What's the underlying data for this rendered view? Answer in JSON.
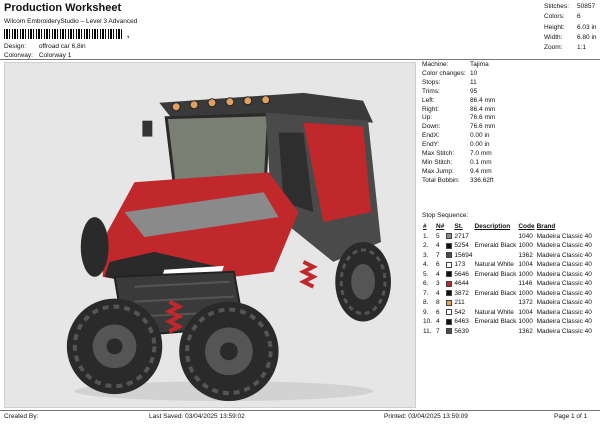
{
  "header": {
    "title": "Production Worksheet",
    "subtitle": "Wilcom EmbroideryStudio – Level 3 Advanced",
    "barcode_suffix": ",",
    "design_label": "Design:",
    "design_value": "offroad car 6,8in",
    "colorway_label": "Colorway:",
    "colorway_value": "Colorway 1"
  },
  "stats": [
    {
      "label": "Stitches:",
      "value": "50857"
    },
    {
      "label": "Colors:",
      "value": "6"
    },
    {
      "label": "Height:",
      "value": "6.03 in"
    },
    {
      "label": "Width:",
      "value": "6.80 in"
    },
    {
      "label": "Zoom:",
      "value": "1:1"
    }
  ],
  "machine": [
    {
      "label": "Machine:",
      "value": "Tajima"
    },
    {
      "label": "Color changes:",
      "value": "10"
    },
    {
      "label": "Stops:",
      "value": "11"
    },
    {
      "label": "Trims:",
      "value": "95"
    },
    {
      "label": "Left:",
      "value": "86.4 mm"
    },
    {
      "label": "Right:",
      "value": "86.4 mm"
    },
    {
      "label": "Up:",
      "value": "76.6 mm"
    },
    {
      "label": "Down:",
      "value": "76.6 mm"
    },
    {
      "label": "EndX:",
      "value": "0.00 in"
    },
    {
      "label": "EndY:",
      "value": "0.00 in"
    },
    {
      "label": "Max Stitch:",
      "value": "7.0 mm"
    },
    {
      "label": "Min Stitch:",
      "value": "0.1 mm"
    },
    {
      "label": "Max Jump:",
      "value": "9.4 mm"
    },
    {
      "label": "Total Bobbin:",
      "value": "336.62ft"
    }
  ],
  "sequence": {
    "title": "Stop Sequence:",
    "headers": [
      "#",
      "N#",
      "St.",
      "Description",
      "Code",
      "Brand"
    ],
    "rows": [
      {
        "num": "1.",
        "n": "5",
        "color": "#8a8a8a",
        "st": "2717",
        "desc": "",
        "code": "1040",
        "brand": "Madeira Classic 40"
      },
      {
        "num": "2.",
        "n": "4",
        "color": "#111111",
        "st": "5254",
        "desc": "Emerald Black",
        "code": "1000",
        "brand": "Madeira Classic 40"
      },
      {
        "num": "3.",
        "n": "7",
        "color": "#4a4a4a",
        "st": "15694",
        "desc": "",
        "code": "1362",
        "brand": "Madeira Classic 40"
      },
      {
        "num": "4.",
        "n": "6",
        "color": "#ffffff",
        "st": "173",
        "desc": "Natural White",
        "code": "1004",
        "brand": "Madeira Classic 40"
      },
      {
        "num": "5.",
        "n": "4",
        "color": "#111111",
        "st": "5646",
        "desc": "Emerald Black",
        "code": "1000",
        "brand": "Madeira Classic 40"
      },
      {
        "num": "6.",
        "n": "3",
        "color": "#c0282b",
        "st": "4644",
        "desc": "",
        "code": "1146",
        "brand": "Madeira Classic 40"
      },
      {
        "num": "7.",
        "n": "4",
        "color": "#111111",
        "st": "3872",
        "desc": "Emerald Black",
        "code": "1000",
        "brand": "Madeira Classic 40"
      },
      {
        "num": "8.",
        "n": "8",
        "color": "#e0a060",
        "st": "211",
        "desc": "",
        "code": "1372",
        "brand": "Madeira Classic 40"
      },
      {
        "num": "9.",
        "n": "6",
        "color": "#ffffff",
        "st": "542",
        "desc": "Natural White",
        "code": "1004",
        "brand": "Madeira Classic 40"
      },
      {
        "num": "10.",
        "n": "4",
        "color": "#111111",
        "st": "6463",
        "desc": "Emerald Black",
        "code": "1000",
        "brand": "Madeira Classic 40"
      },
      {
        "num": "11.",
        "n": "7",
        "color": "#4a4a4a",
        "st": "5639",
        "desc": "",
        "code": "1362",
        "brand": "Madeira Classic 40"
      }
    ]
  },
  "footer": {
    "created": "Created By:",
    "last_saved": "Last Saved: 03/04/2025 13:59:02",
    "printed": "Printed: 03/04/2025 13:59:09",
    "page": "Page 1 of 1"
  },
  "colors": {
    "frame_dark": "#3a3a3a",
    "body_red": "#c0282b",
    "tire": "#2a2a2a",
    "light_amber": "#e0a060",
    "canvas": "#e6e6e6"
  }
}
